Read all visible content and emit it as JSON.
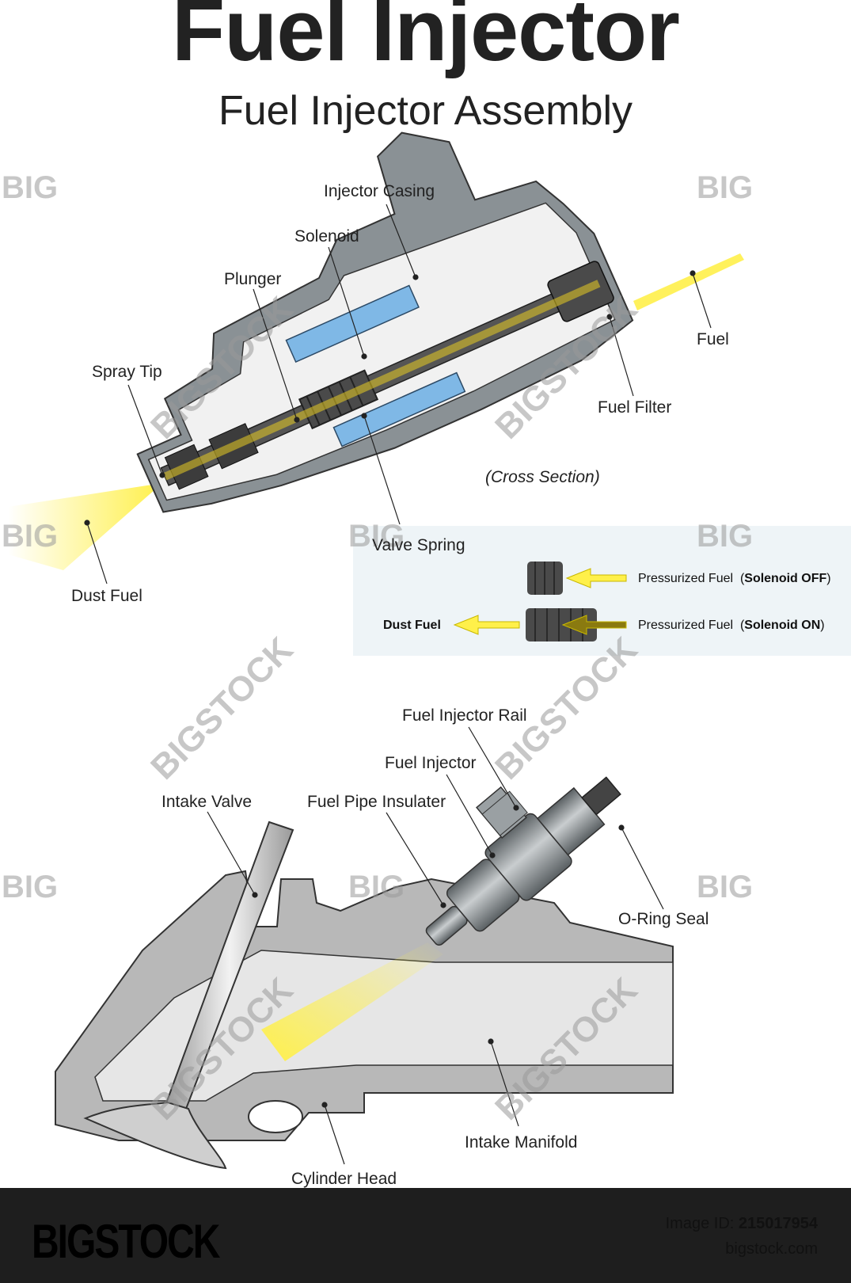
{
  "title": "Fuel Injector",
  "subtitle": "Fuel Injector Assembly",
  "cross_section": {
    "labels": {
      "injector_casing": "Injector Casing",
      "solenoid": "Solenoid",
      "plunger": "Plunger",
      "spray_tip": "Spray Tip",
      "fuel": "Fuel",
      "fuel_filter": "Fuel Filter",
      "valve_spring": "Valve Spring",
      "dust_fuel": "Dust Fuel"
    },
    "note": "(Cross Section)"
  },
  "legend": {
    "row1_text": "Pressurized Fuel",
    "row1_state": "Solenoid OFF",
    "row2_text": "Pressurized Fuel",
    "row2_state": "Solenoid ON",
    "dust_fuel": "Dust Fuel"
  },
  "assembly": {
    "labels": {
      "fuel_injector_rail": "Fuel Injector Rail",
      "fuel_injector": "Fuel Injector",
      "intake_valve": "Intake Valve",
      "fuel_pipe_insulater": "Fuel Pipe Insulater",
      "o_ring_seal": "O-Ring Seal",
      "intake_manifold": "Intake Manifold",
      "cylinder_head": "Cylinder Head"
    }
  },
  "watermark": {
    "big": "BIG",
    "bigstock": "BIGSTOCK"
  },
  "footer": {
    "brand": "BIGSTOCK",
    "image_id_label": "Image ID:",
    "image_id": "215017954",
    "site": "bigstock.com"
  },
  "colors": {
    "casing": "#8a9195",
    "casing_dark": "#4f5659",
    "solenoid": "#7fb8e6",
    "fuel_spray": "#fff04a",
    "legend_bg": "#eef4f7",
    "footer_bg": "#1e1e1e"
  }
}
